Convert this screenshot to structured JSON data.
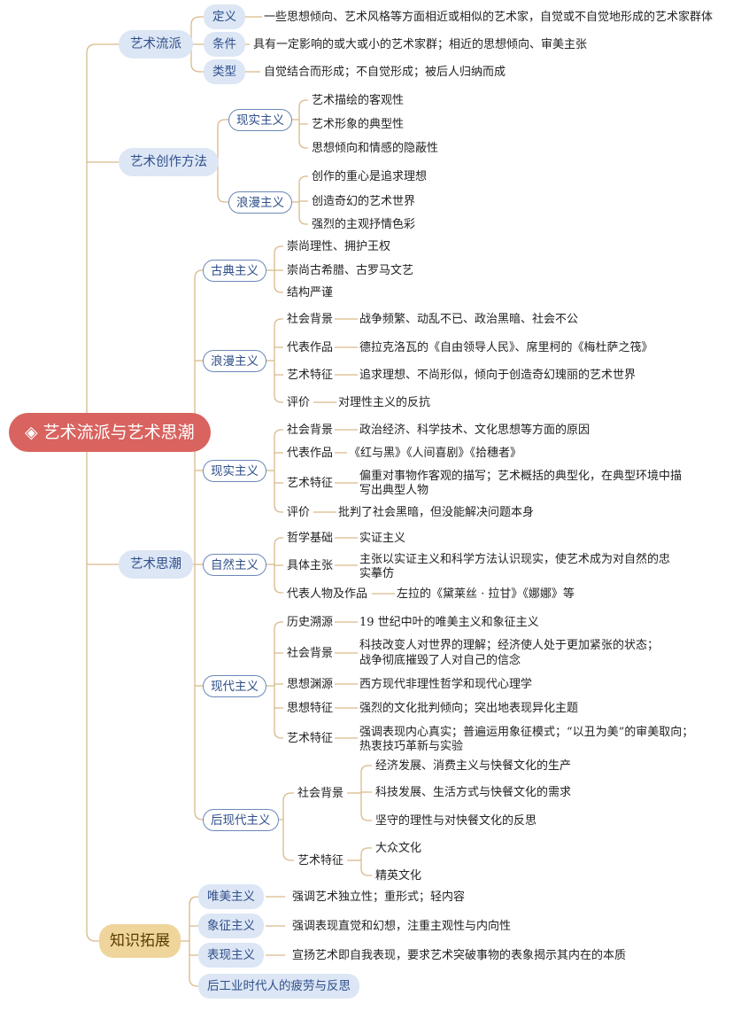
{
  "root": "◈ 艺术流派与艺术思潮",
  "liupai": {
    "label": "艺术流派",
    "dingyi": {
      "label": "定义",
      "text": "一些思想倾向、艺术风格等方面相近或相似的艺术家，自觉或不自觉地形成的艺术家群体"
    },
    "tiaojian": {
      "label": "条件",
      "text": "具有一定影响的或大或小的艺术家群；相近的思想倾向、审美主张"
    },
    "leixing": {
      "label": "类型",
      "text": "自觉结合而形成；不自觉形成；被后人归纳而成"
    }
  },
  "fangfa": {
    "label": "艺术创作方法",
    "xianshi": {
      "label": "现实主义",
      "items": [
        "艺术描绘的客观性",
        "艺术形象的典型性",
        "思想倾向和情感的隐蔽性"
      ]
    },
    "langman": {
      "label": "浪漫主义",
      "items": [
        "创作的重心是追求理想",
        "创造奇幻的艺术世界",
        "强烈的主观抒情色彩"
      ]
    }
  },
  "sichao": {
    "label": "艺术思潮",
    "gudian": {
      "label": "古典主义",
      "items": [
        "崇尚理性、拥护王权",
        "崇尚古希腊、古罗马文艺",
        "结构严谨"
      ]
    },
    "langman": {
      "label": "浪漫主义",
      "bg_label": "社会背景",
      "bg": "战争频繁、动乱不已、政治黑暗、社会不公",
      "works_label": "代表作品",
      "works": "德拉克洛瓦的《自由领导人民》、席里柯的《梅杜萨之筏》",
      "feat_label": "艺术特征",
      "feat": "追求理想、不尚形似，倾向于创造奇幻瑰丽的艺术世界",
      "eval_label": "评价",
      "eval": "对理性主义的反抗"
    },
    "xianshi": {
      "label": "现实主义",
      "bg_label": "社会背景",
      "bg": "政治经济、科学技术、文化思想等方面的原因",
      "works_label": "代表作品",
      "works": "《红与黑》《人间喜剧》《拾穗者》",
      "feat_label": "艺术特征",
      "feat1": "偏重对事物作客观的描写；艺术概括的典型化，在典型环境中描",
      "feat2": "写出典型人物",
      "eval_label": "评价",
      "eval": "批判了社会黑暗，但没能解决问题本身"
    },
    "ziran": {
      "label": "自然主义",
      "phil_label": "哲学基础",
      "phil": "实证主义",
      "claim_label": "具体主张",
      "claim1": "主张以实证主义和科学方法认识现实，使艺术成为对自然的忠",
      "claim2": "实摹仿",
      "rep_label": "代表人物及作品",
      "rep": "左拉的《黛莱丝 · 拉甘》《娜娜》等"
    },
    "xiandai": {
      "label": "现代主义",
      "hist_label": "历史溯源",
      "hist": "19 世纪中叶的唯美主义和象征主义",
      "bg_label": "社会背景",
      "bg1": "科技改变人对世界的理解；经济使人处于更加紧张的状态；",
      "bg2": "战争彻底摧毁了人对自己的信念",
      "src_label": "思想渊源",
      "src": "西方现代非理性哲学和现代心理学",
      "thought_label": "思想特征",
      "thought": "强烈的文化批判倾向；突出地表现异化主题",
      "art_label": "艺术特征",
      "art1": "强调表现内心真实；普遍运用象征模式；“以丑为美”的审美取向；",
      "art2": "热衷技巧革新与实验"
    },
    "houxiandai": {
      "label": "后现代主义",
      "bg_label": "社会背景",
      "bg_items": [
        "经济发展、消费主义与快餐文化的生产",
        "科技发展、生活方式与快餐文化的需求",
        "坚守的理性与对快餐文化的反思"
      ],
      "art_label": "艺术特征",
      "art_items": [
        "大众文化",
        "精英文化"
      ]
    }
  },
  "tuozhan": {
    "label": "知识拓展",
    "weimei": {
      "label": "唯美主义",
      "text": "强调艺术独立性；重形式；轻内容"
    },
    "xiangzheng": {
      "label": "象征主义",
      "text": "强调表现直觉和幻想，注重主观性与内向性"
    },
    "biaoxian": {
      "label": "表现主义",
      "text": "宣扬艺术即自我表现，要求艺术突破事物的表象揭示其内在的本质"
    },
    "hougongye": {
      "label": "后工业时代人的疲劳与反思"
    }
  },
  "colors": {
    "line": "#d9b98a",
    "root": "#d8635f",
    "category": "#dce6f5",
    "extension": "#efd59c"
  }
}
